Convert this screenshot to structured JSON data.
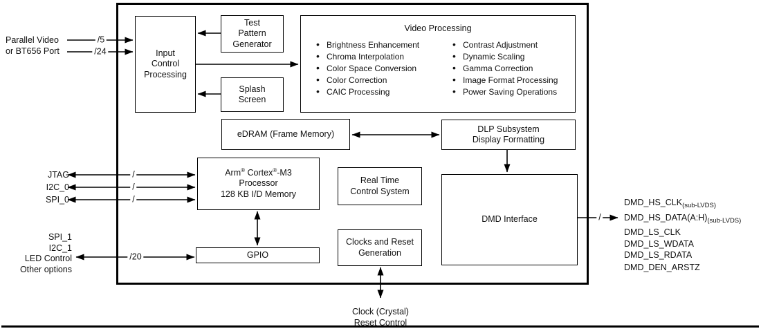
{
  "colors": {
    "ink": "#000000",
    "background": "#ffffff"
  },
  "blocks": {
    "input_control_processing": {
      "line1": "Input",
      "line2": "Control",
      "line3": "Processing"
    },
    "test_pattern_generator": {
      "line1": "Test",
      "line2": "Pattern",
      "line3": "Generator"
    },
    "splash_screen": {
      "line1": "Splash",
      "line2": "Screen"
    },
    "video_processing": {
      "title": "Video Processing",
      "col1": [
        "Brightness Enhancement",
        "Chroma Interpolation",
        "Color Space Conversion",
        "Color Correction",
        "CAIC Processing"
      ],
      "col2": [
        "Contrast Adjustment",
        "Dynamic Scaling",
        "Gamma Correction",
        "Image Format Processing",
        "Power Saving Operations"
      ]
    },
    "edram": {
      "label": "eDRAM (Frame Memory)"
    },
    "dlp_subsystem": {
      "line1": "DLP Subsystem",
      "line2": "Display Formatting"
    },
    "arm_processor": {
      "brand": "Arm",
      "reg": "®",
      "core": " Cortex",
      "core_suffix": "-M3",
      "line2": "Processor",
      "line3": "128 KB I/D Memory"
    },
    "real_time_control": {
      "line1": "Real Time",
      "line2": "Control System"
    },
    "gpio": {
      "label": "GPIO"
    },
    "clocks_reset": {
      "line1": "Clocks and Reset",
      "line2": "Generation"
    },
    "dmd_interface": {
      "label": "DMD Interface"
    }
  },
  "left_signals": {
    "video_input": {
      "line1": "Parallel Video",
      "line2": "or BT656 Port",
      "bus_width_1": "/5",
      "bus_width_2": "/24"
    },
    "host_ports": {
      "port1": "JTAG",
      "port2": "I2C_0",
      "port3": "SPI_0",
      "bus_slash": "/"
    },
    "gpio_ports": {
      "line1": "SPI_1",
      "line2": "I2C_1",
      "line3": "LED Control",
      "line4": "Other options",
      "bus_width": "/20"
    }
  },
  "right_signals": {
    "row1": {
      "name": "DMD_HS_CLK",
      "sub": "(sub-LVDS)"
    },
    "row2": {
      "name": "DMD_HS_DATA(A:H)",
      "sub": "(sub-LVDS)"
    },
    "row3": {
      "name": "DMD_LS_CLK"
    },
    "row4": {
      "name": "DMD_LS_WDATA"
    },
    "row5": {
      "name": "DMD_LS_RDATA"
    },
    "row6": {
      "name": "DMD_DEN_ARSTZ"
    },
    "bus_slash": "/"
  },
  "bottom_labels": {
    "line1": "Clock (Crystal)",
    "line2": "Reset Control"
  }
}
